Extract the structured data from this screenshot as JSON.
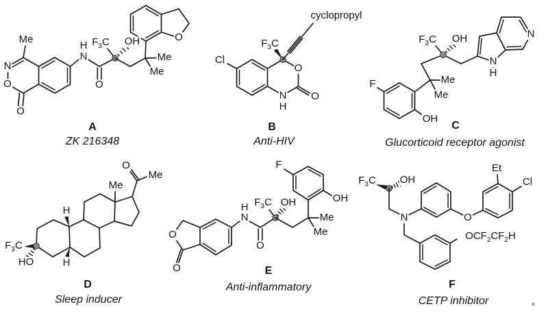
{
  "figure": {
    "corner_mark": "。"
  },
  "molecules": [
    {
      "letter": "A",
      "name": "ZK 216348",
      "labels": {
        "me_ring": "Me",
        "n_ring": "N",
        "o_ring": "O",
        "o_lactone": "O",
        "nh_h": "H",
        "nh_n": "N",
        "amide_o": "O",
        "cf3": "F3C",
        "oh": "OH",
        "me_right": "Me",
        "me_down": "Me",
        "furan_o": "O"
      }
    },
    {
      "letter": "B",
      "name": "Anti-HIV",
      "labels": {
        "cl": "Cl",
        "cf3": "F3C",
        "ring_o": "O",
        "ring_n": "N",
        "ring_nh": "H",
        "carbonyl_o": "O",
        "alkyne_sub": "cyclopropyl"
      }
    },
    {
      "letter": "C",
      "name": "Glucorticoid receptor agonist",
      "labels": {
        "f": "F",
        "phenol_oh": "OH",
        "me_right": "Me",
        "me_down": "Me",
        "cf3": "F3C",
        "oh": "OH",
        "pyrrole_n": "N",
        "pyrrole_h": "H",
        "pyridine_n": "N"
      }
    },
    {
      "letter": "D",
      "name": "Sleep inducer",
      "labels": {
        "cf3": "F3C",
        "ho": "HO",
        "me_angular": "Me",
        "h_upper": "H",
        "h_lower": "H",
        "ketone_o": "O",
        "me_acetyl": "Me"
      }
    },
    {
      "letter": "E",
      "name": "Anti-inflammatory",
      "labels": {
        "lactone_o_ring": "O",
        "lactone_o": "O",
        "nh_h": "H",
        "nh_n": "N",
        "amide_o": "O",
        "cf3": "F3C",
        "oh": "OH",
        "me_right": "Me",
        "me_down": "Me",
        "f": "F",
        "phenol_oh": "OH"
      }
    },
    {
      "letter": "F",
      "name": "CETP inhibitor",
      "labels": {
        "cf3": "F3C",
        "oh": "OH",
        "n": "N",
        "ether_o": "O",
        "et": "Et",
        "cl": "Cl",
        "ocf2cf2h": "OCF2CF2H"
      }
    }
  ]
}
